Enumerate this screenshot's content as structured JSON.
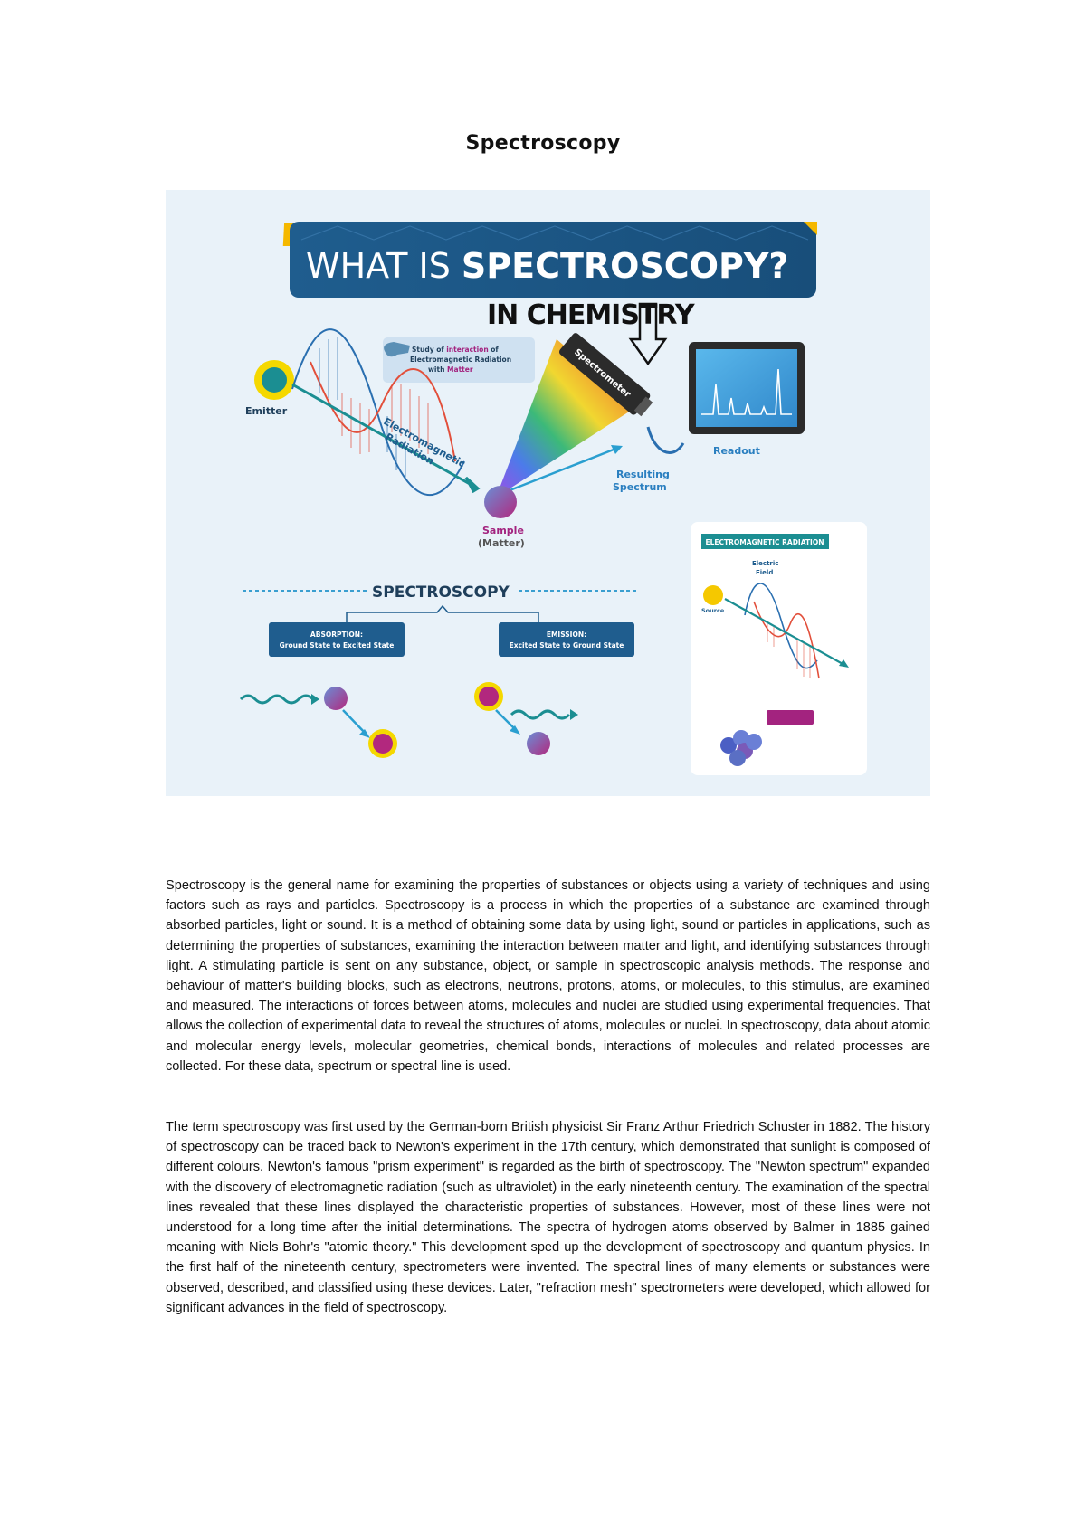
{
  "title": "Spectroscopy",
  "infographic": {
    "banner_title_plain": "WHAT IS ",
    "banner_title_bold": "SPECTROSCOPY?",
    "subtitle": "IN CHEMISTRY",
    "tag_line1_a": "Study of ",
    "tag_line1_b": "interaction",
    "tag_line1_c": " of",
    "tag_line2": "Electromagnetic Radiation",
    "tag_line3_a": "with ",
    "tag_line3_b": "Matter",
    "emitter": "Emitter",
    "em_radiation_1": "Electromagnetic",
    "em_radiation_2": "Radiation",
    "spectrometer": "Spectrometer",
    "readout": "Readout",
    "resulting_1": "Resulting",
    "resulting_2": "Spectrum",
    "sample": "Sample",
    "matter": "(Matter)",
    "spectroscopy_heading": "SPECTROSCOPY",
    "absorption_1": "ABSORPTION:",
    "absorption_2": "Ground State to Excited State",
    "emission_1": "EMISSION:",
    "emission_2": "Excited State to Ground State",
    "em_card_title": "ELECTROMAGNETIC RADIATION",
    "electric_1": "Electric",
    "electric_2": "Field",
    "source": "Source"
  },
  "paragraphs": [
    "Spectroscopy is the general name for examining the properties of substances or objects using a variety of techniques and using factors such as rays and particles. Spectroscopy is a process in which the properties of a substance are examined through absorbed particles, light or sound. It is a method of obtaining some data by using light, sound or particles in applications, such as determining the properties of substances, examining the interaction between matter and light, and identifying substances through light. A stimulating particle is sent on any substance, object, or sample in spectroscopic analysis methods. The response and behaviour of matter's building blocks, such as electrons, neutrons, protons, atoms, or molecules, to this stimulus, are examined and measured. The interactions of forces between atoms, molecules and nuclei are studied using experimental frequencies. That allows the collection of experimental data to reveal the structures of atoms, molecules or nuclei. In spectroscopy, data about atomic and molecular energy levels, molecular geometries, chemical bonds, interactions of molecules and related processes are collected. For these data, spectrum or spectral line is used.",
    "The term spectroscopy was first used by the German-born British physicist Sir Franz Arthur Friedrich Schuster in 1882. The history of spectroscopy can be traced back to Newton's experiment in the 17th century, which demonstrated that sunlight is composed of different colours. Newton's famous \"prism experiment\" is regarded as the birth of spectroscopy. The \"Newton spectrum\" expanded with the discovery of electromagnetic radiation (such as ultraviolet) in the early nineteenth century. The examination of the spectral lines revealed that these lines displayed the characteristic properties of substances. However, most of these lines were not understood for a long time after the initial determinations. The spectra of hydrogen atoms observed by Balmer in 1885 gained meaning with Niels Bohr's \"atomic theory.\" This development sped up the development of spectroscopy and quantum physics. In the first half of the nineteenth century, spectrometers were invented. The spectral lines of many elements or substances were observed, described, and classified using these devices. Later, \"refraction mesh\" spectrometers were developed, which allowed for significant advances in the field of spectroscopy."
  ],
  "colors": {
    "banner": "#1f5d8e",
    "accent_yellow": "#f5b800",
    "teal": "#1b8e92",
    "wave_red": "#e24f3b",
    "wave_blue": "#2a6fb0",
    "magenta": "#a3237f",
    "figure_bg": "#e9f2f9"
  }
}
